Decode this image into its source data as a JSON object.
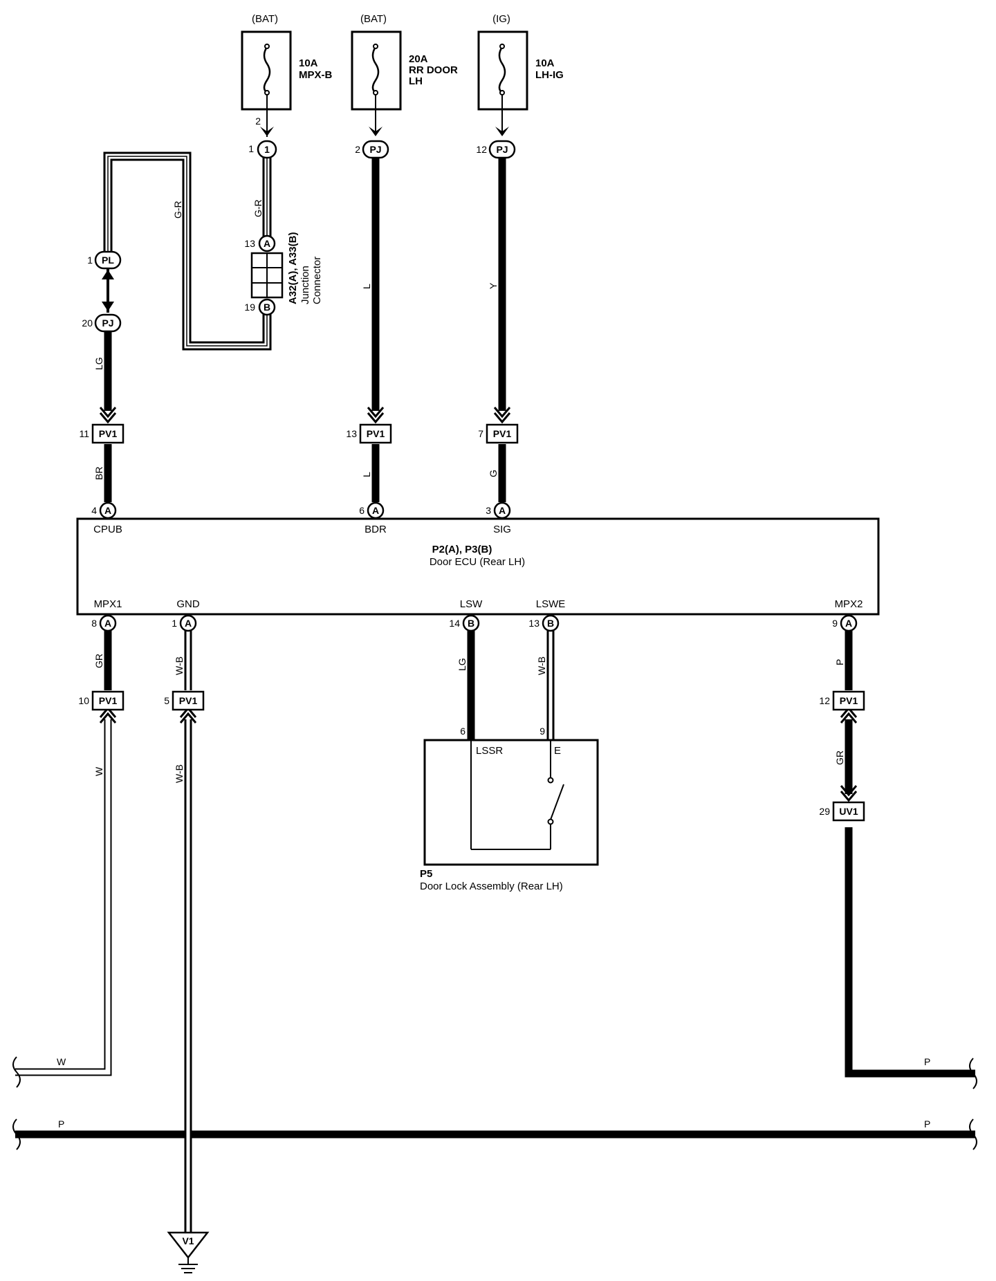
{
  "fuses": [
    {
      "source": "(BAT)",
      "rating": "10A",
      "name": [
        "MPX-B"
      ]
    },
    {
      "source": "(BAT)",
      "rating": "20A",
      "name": [
        "RR DOOR",
        "LH"
      ]
    },
    {
      "source": "(IG)",
      "rating": "10A",
      "name": [
        "LH-IG"
      ]
    }
  ],
  "connectors": {
    "c1": "1",
    "pj": "PJ",
    "pl": "PL",
    "pv1": "PV1",
    "uv1": "UV1",
    "a": "A",
    "b": "B"
  },
  "pins": {
    "fuse1_out": "2",
    "c1_pin": "1",
    "pj_fuse2": "2",
    "pj_fuse3": "12",
    "jc_a": "13",
    "jc_b": "19",
    "pl": "1",
    "pj_left": "20",
    "pv1_cpub": "11",
    "pv1_bdr": "13",
    "pv1_sig": "7",
    "cpub": "4",
    "bdr": "6",
    "sig": "3",
    "mpx1": "8",
    "gnd": "1",
    "lsw": "14",
    "lswe": "13",
    "mpx2": "9",
    "pv1_mpx1": "10",
    "pv1_gnd": "5",
    "pv1_mpx2": "12",
    "uv1": "29",
    "lock_lssr": "6",
    "lock_e": "9"
  },
  "junction_connector": {
    "id": "A32(A), A33(B)",
    "name": [
      "Junction",
      "Connector"
    ]
  },
  "ecu": {
    "id": "P2(A), P3(B)",
    "name": "Door ECU (Rear LH)",
    "terminals_top": [
      "CPUB",
      "BDR",
      "SIG"
    ],
    "terminals_bottom": [
      "MPX1",
      "GND",
      "LSW",
      "LSWE",
      "MPX2"
    ]
  },
  "door_lock": {
    "id": "P5",
    "name": "Door Lock Assembly (Rear LH)",
    "terminals": [
      "LSSR",
      "E"
    ]
  },
  "wire_colors": {
    "gr_loop": "G-R",
    "gr_short": "G-R",
    "l_upper": "L",
    "y": "Y",
    "lg_left": "LG",
    "br": "BR",
    "l_lower": "L",
    "g": "G",
    "gr_mpx1": "GR",
    "wb_gnd": "W-B",
    "lg_lsw": "LG",
    "wb_lswe": "W-B",
    "p_mpx2": "P",
    "w_vert": "W",
    "wb_lower": "W-B",
    "gr_lower": "GR",
    "w_bottom": "W",
    "p_right": "P",
    "p_bus_left": "P",
    "p_bus_right": "P"
  },
  "ground": {
    "id": "V1"
  }
}
